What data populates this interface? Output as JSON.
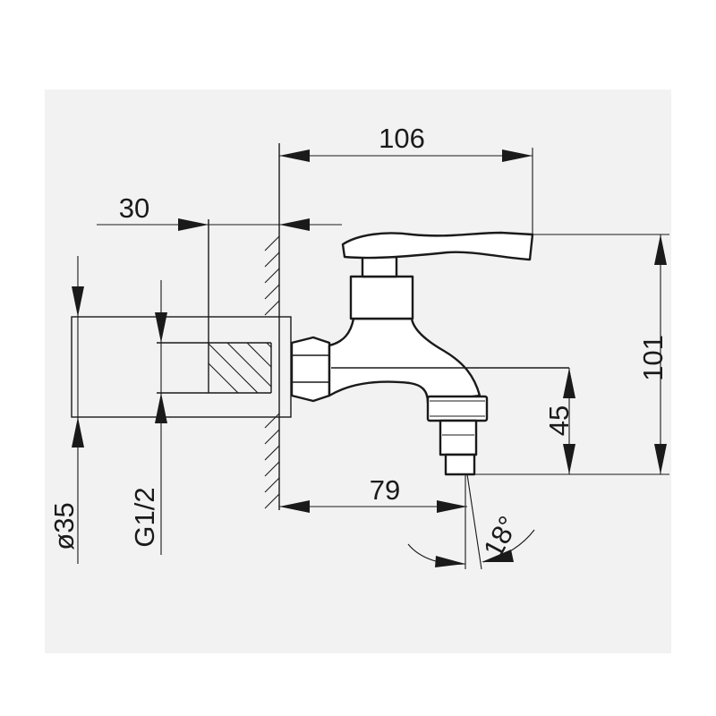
{
  "drawing": {
    "dimensions": {
      "overall_reach": "106",
      "wall_depth": "30",
      "height": "101",
      "outlet_height": "45",
      "outlet_offset": "79",
      "outlet_angle": "18°",
      "flange_diameter": "ø35",
      "thread_size": "G1/2"
    }
  }
}
